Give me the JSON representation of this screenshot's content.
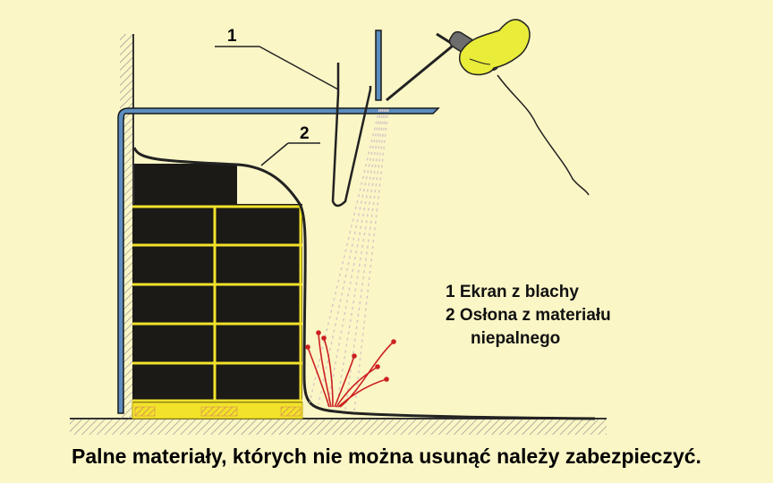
{
  "diagram": {
    "callouts": [
      {
        "label": "1"
      },
      {
        "label": "2"
      }
    ],
    "legend": {
      "line1": "1 Ekran z blachy",
      "line2": "2 Osłona z materiału",
      "line3": "niepalnego"
    },
    "caption": "Palne materiały, których nie można usunąć należy zabezpieczyć.",
    "colors": {
      "background": "#fbf6c6",
      "shield": "#5b8dbf",
      "boxes": "#1b1a16",
      "pallet": "#f2e22a",
      "hatch": "#e3a07a",
      "sparks": "#cc2020",
      "glove": "#e9ec38"
    }
  }
}
